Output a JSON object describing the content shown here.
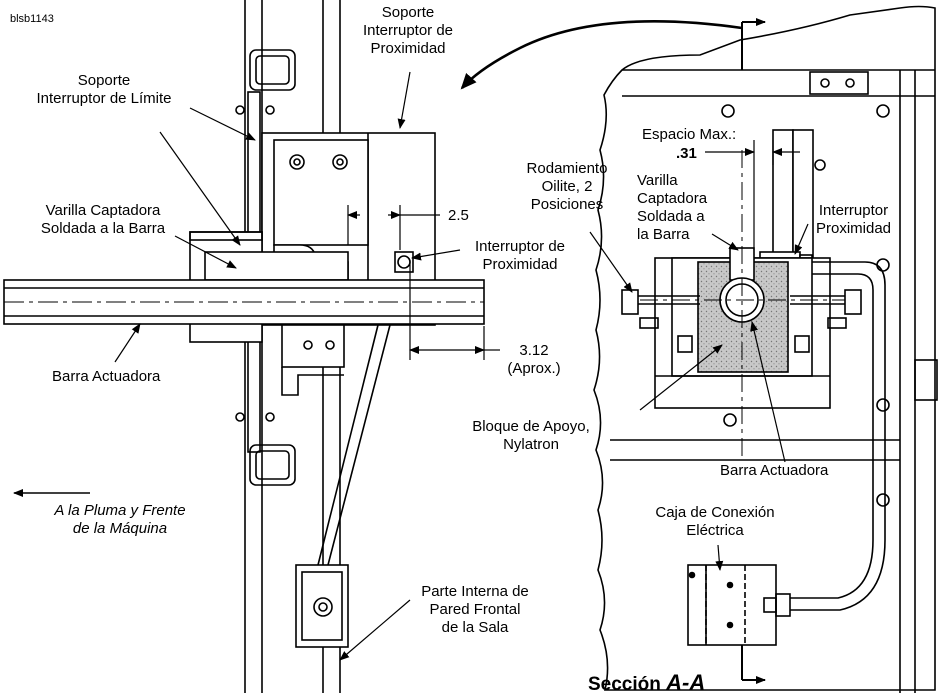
{
  "figure_id": "blsb1143",
  "labels": {
    "soporte_proximidad": [
      "Soporte",
      "Interruptor de",
      "Proximidad"
    ],
    "soporte_limite": [
      "Soporte",
      "Interruptor de Límite"
    ],
    "varilla_left": [
      "Varilla Captadora",
      "Soldada a la Barra"
    ],
    "dim_25": "2.5",
    "interruptor_left": [
      "Interruptor de",
      "Proximidad"
    ],
    "dim_312": [
      "3.12",
      "(Aprox.)"
    ],
    "barra_left": "Barra Actuadora",
    "direction": [
      "A la Pluma y Frente",
      "de la Máquina"
    ],
    "parte_interna": [
      "Parte Interna de",
      "Pared Frontal",
      "de la Sala"
    ],
    "espacio": "Espacio Max.:",
    "espacio_val": ".31",
    "rodamiento": [
      "Rodamiento",
      "Oilite, 2",
      "Posiciones"
    ],
    "varilla_right": [
      "Varilla",
      "Captadora",
      "Soldada a",
      "la Barra"
    ],
    "interruptor_right": [
      "Interruptor",
      "Proximidad"
    ],
    "bloque": [
      "Bloque de Apoyo,",
      "Nylatron"
    ],
    "barra_right": "Barra Actuadora",
    "caja": [
      "Caja de Conexión",
      "Eléctrica"
    ],
    "seccion": "Sección",
    "seccion_letter": "A-A"
  }
}
